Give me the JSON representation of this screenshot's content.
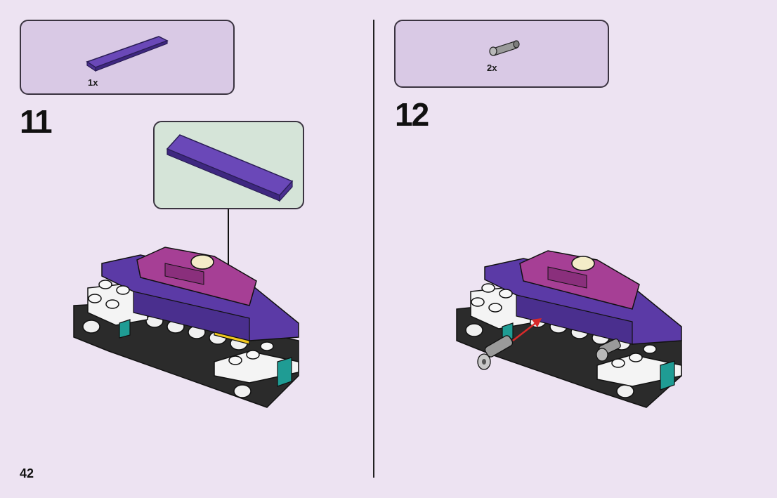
{
  "page": {
    "number": "42"
  },
  "steps": [
    {
      "number": "11",
      "parts": [
        {
          "quantity": "1x",
          "part": "purple-tile-icon"
        }
      ]
    },
    {
      "number": "12",
      "parts": [
        {
          "quantity": "2x",
          "part": "gray-pin-icon"
        }
      ]
    }
  ],
  "colors": {
    "page_bg": "#ede3f2",
    "parts_box_bg": "#d9c9e5",
    "callout_bg": "#d5e4d8",
    "purple": "#5b3aa6",
    "magenta": "#a63f95",
    "teal": "#1f9c94",
    "yellow": "#f2c81e",
    "arrow_red": "#d82a2a"
  }
}
